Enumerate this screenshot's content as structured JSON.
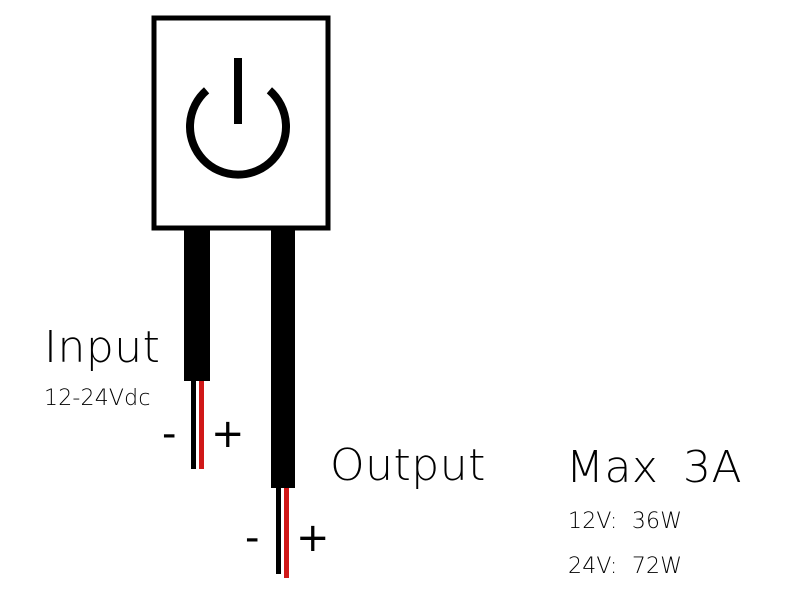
{
  "colors": {
    "stroke": "#000000",
    "wire_positive": "#d01818",
    "background": "#ffffff"
  },
  "device": {
    "icon": "power-icon"
  },
  "input": {
    "label": "Input",
    "voltage": "12-24Vdc",
    "minus": "-",
    "plus": "+"
  },
  "output": {
    "label": "Output",
    "minus": "-",
    "plus": "+"
  },
  "ratings": {
    "title": "Max 3A",
    "line_12v": "12V:  36W",
    "line_24v": "24V:  72W"
  }
}
